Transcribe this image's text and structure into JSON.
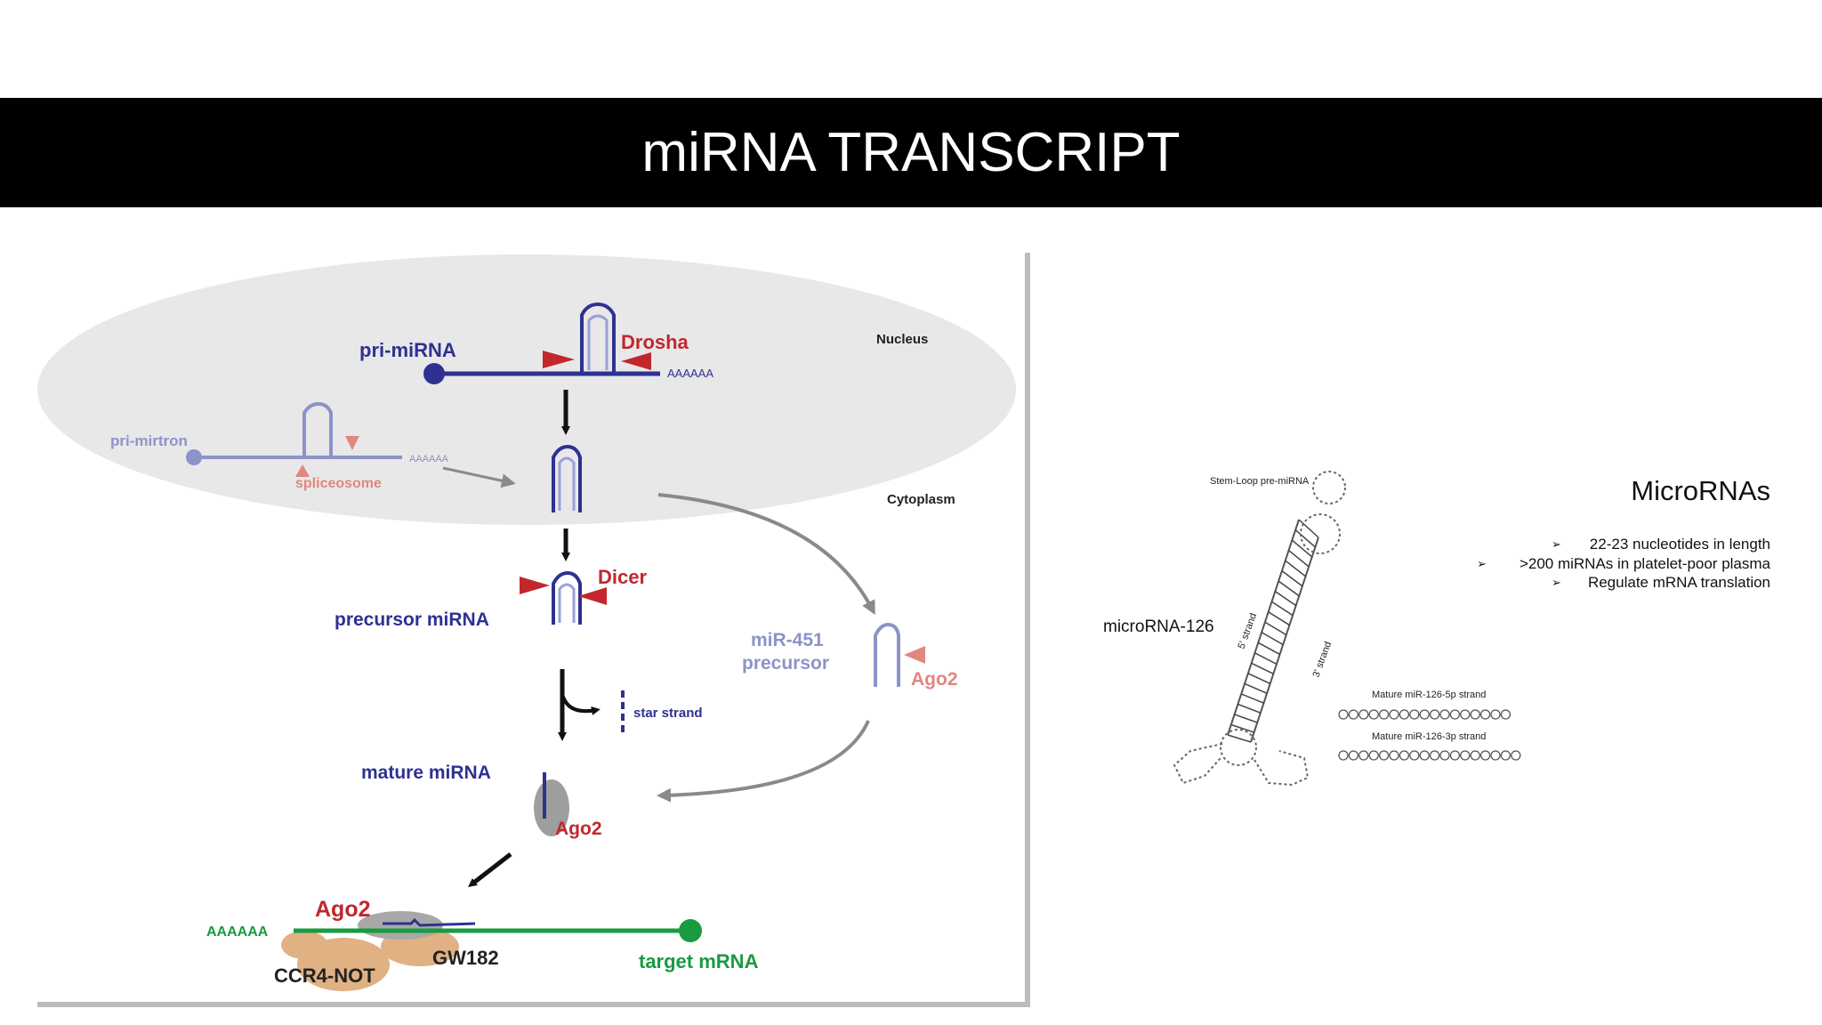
{
  "slide": {
    "title": "miRNA TRANSCRIPT"
  },
  "pathway": {
    "nucleus_label": "Nucleus",
    "cytoplasm_label": "Cytoplasm",
    "pri_mirna": "pri-miRNA",
    "drosha": "Drosha",
    "polyA_top": "AAAAAA",
    "pri_mirtron": "pri-mirtron",
    "spliceosome": "spliceosome",
    "polyA_mirtron": "AAAAAA",
    "dicer": "Dicer",
    "precursor_mirna": "precursor miRNA",
    "mir451_line1": "miR-451",
    "mir451_line2": "precursor",
    "ago2_mir451": "Ago2",
    "star_strand": "star strand",
    "mature_mirna": "mature miRNA",
    "ago2_mature": "Ago2",
    "ago2_target": "Ago2",
    "polyA_target": "AAAAAA",
    "gw182": "GW182",
    "ccr4_not": "CCR4-NOT",
    "target_mrna": "target mRNA"
  },
  "hairpin": {
    "stem_loop_label": "Stem-Loop pre-miRNA",
    "microrna_label": "microRNA-126",
    "strand5": "5' strand",
    "strand3": "3' strand",
    "mature5p_label": "Mature miR-126-5p strand",
    "mature3p_label": "Mature miR-126-3p strand"
  },
  "info": {
    "heading": "MicroRNAs",
    "bullets": [
      "22-23 nucleotides in length",
      ">200 miRNAs in platelet-poor plasma",
      "Regulate mRNA translation"
    ]
  },
  "colors": {
    "navy": "#2e3192",
    "red": "#c1272d",
    "green": "#1a9a41",
    "nucleus_fill": "#e8e8e8",
    "faded_blue": "#8d93c8",
    "faded_red": "#e0877f",
    "tan": "#e0b183"
  }
}
